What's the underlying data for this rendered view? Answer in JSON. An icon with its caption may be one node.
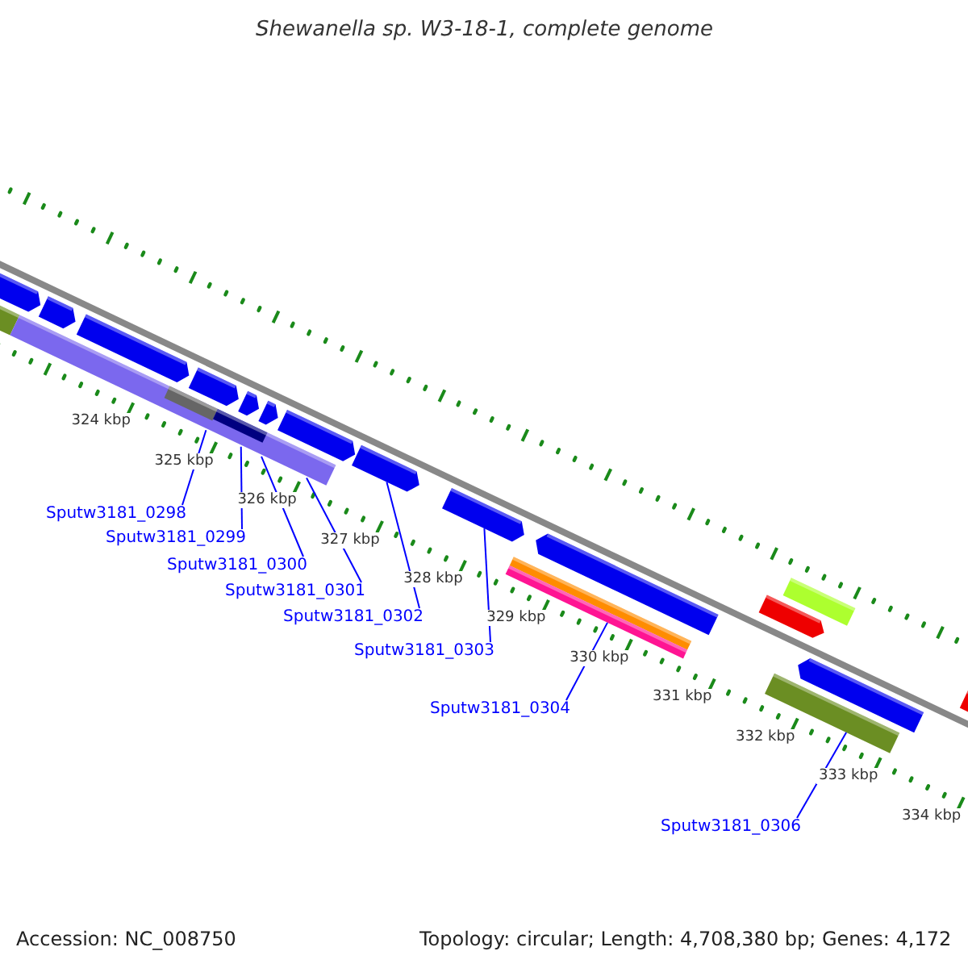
{
  "diagram": {
    "title": "Shewanella sp. W3-18-1, complete genome",
    "nodes": [
      {
        "text": [
          "Sputw3181_0298"
        ]
      },
      {
        "text": [
          "Sputw3181_0299"
        ]
      },
      {
        "text": [
          "Sputw3181_0300"
        ]
      },
      {
        "text": [
          "Sputw3181_0301"
        ]
      },
      {
        "text": [
          "Sputw3181_0302"
        ]
      },
      {
        "text": [
          "Sputw3181_0303"
        ]
      },
      {
        "text": [
          "Sputw3181_0304"
        ]
      },
      {
        "text": [
          "Sputw3181_0306"
        ]
      }
    ],
    "edges": [
      {
        "from": 0,
        "to": null,
        "arrow": "none"
      },
      {
        "from": 1,
        "to": null,
        "arrow": "none"
      },
      {
        "from": 2,
        "to": null,
        "arrow": "none"
      },
      {
        "from": 3,
        "to": null,
        "arrow": "none"
      },
      {
        "from": 4,
        "to": null,
        "arrow": "none"
      },
      {
        "from": 5,
        "to": null,
        "arrow": "none"
      },
      {
        "from": 6,
        "to": null,
        "arrow": "none"
      },
      {
        "from": 7,
        "to": null,
        "arrow": "none"
      }
    ],
    "labels": [
      "324 kbp",
      "325 kbp",
      "326 kbp",
      "327 kbp",
      "328 kbp",
      "329 kbp",
      "330 kbp",
      "331 kbp",
      "332 kbp",
      "333 kbp",
      "334 kbp",
      "Accession: NC_008750",
      "Topology: circular; Length: 4,708,380 bp; Genes: 4,172"
    ]
  }
}
